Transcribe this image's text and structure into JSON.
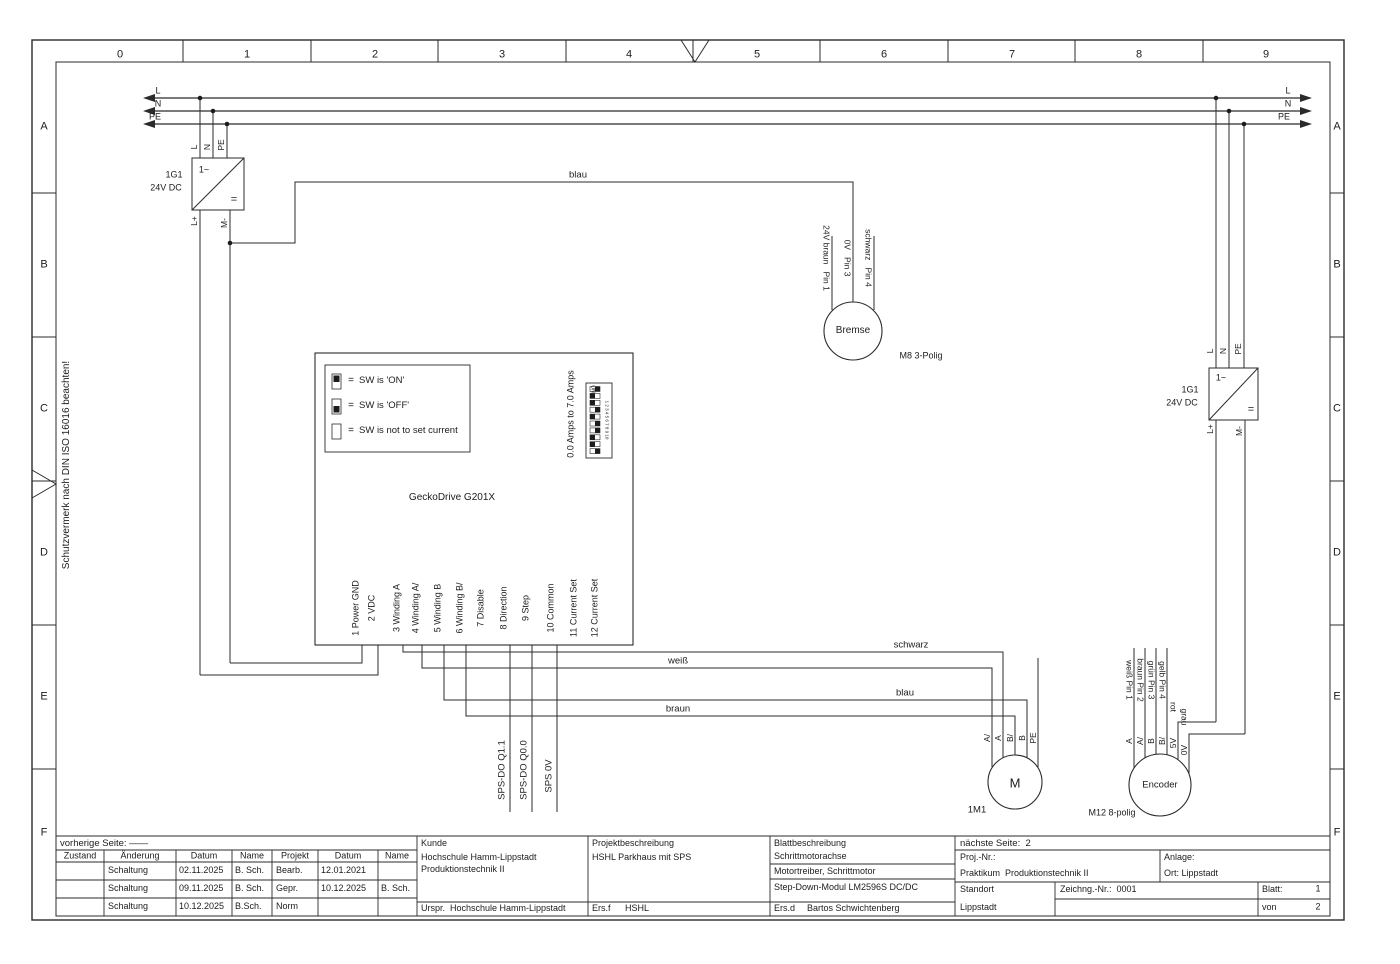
{
  "drawing": {
    "columns": [
      "0",
      "1",
      "2",
      "3",
      "4",
      "5",
      "6",
      "7",
      "8",
      "9"
    ],
    "rows": [
      "A",
      "B",
      "C",
      "D",
      "E",
      "F"
    ],
    "protection_note": "Schutzvermerk nach DIN ISO 16016 beachten!"
  },
  "bus": {
    "l": "L",
    "n": "N",
    "pe": "PE"
  },
  "psu_left": {
    "ref": "1G1",
    "rating": "24V DC",
    "ac": "1~",
    "dc": "=",
    "in_l": "L",
    "in_n": "N",
    "in_pe": "PE",
    "out_plus": "L+",
    "out_minus": "M-"
  },
  "psu_right": {
    "ref": "1G1",
    "rating": "24V DC",
    "ac": "1~",
    "dc": "=",
    "in_l": "L",
    "in_n": "N",
    "in_pe": "PE",
    "out_plus": "L+",
    "out_minus": "M-"
  },
  "gecko": {
    "title": "GeckoDrive G201X",
    "legend": [
      {
        "eq": "=",
        "text": "SW is 'ON'"
      },
      {
        "eq": "=",
        "text": "SW is 'OFF'"
      },
      {
        "eq": "=",
        "text": "SW is not to set current"
      }
    ],
    "dip": {
      "range_label": "0.0 Amps to 7.0 Amps",
      "on_label": "ON",
      "numbers": "1 2 3 4 5 6 7 8 9 10"
    },
    "pins": [
      "1 Power GND",
      "2 VDC",
      "3 Winding A",
      "4 Winding A/",
      "5 Winding B",
      "6 Winding B/",
      "7 Disable",
      "8 Direction",
      "9 Step",
      "10 Common",
      "11 Current Set",
      "12 Current Set"
    ]
  },
  "brake": {
    "name": "Bremse",
    "connector": "M8 3-Polig",
    "pin1": "24V braun   Pin 1",
    "pin3": "0V   Pin 3",
    "pin4": "schwarz   Pin 4"
  },
  "wires": {
    "blau_top": "blau",
    "schwarz": "schwarz",
    "weiss": "weiß",
    "blau": "blau",
    "braun": "braun"
  },
  "sps": {
    "q11": "SPS-DO Q1.1",
    "q00": "SPS-DO Q0.0",
    "zero_v": "SPS 0V"
  },
  "motor": {
    "ref": "1M1",
    "symbol": "M",
    "pins": [
      "A/",
      "A",
      "B/",
      "B",
      "PE"
    ]
  },
  "encoder": {
    "name": "Encoder",
    "connector": "M12 8-polig",
    "wire_labels": [
      "weiß Pin 1",
      "braun Pin 2",
      "grün Pin 3",
      "gelb Pin 4",
      "rot",
      "grau"
    ],
    "pins": [
      "A",
      "A/",
      "B",
      "B/",
      "5V",
      "0V"
    ]
  },
  "titleblock": {
    "prev_page": "vorherige Seite: ——",
    "next_page": "nächste Seite:  2",
    "rev": {
      "h_zustand": "Zustand",
      "h_aenderung": "Änderung",
      "h_datum": "Datum",
      "h_name": "Name",
      "rows": [
        {
          "aenderung": "Schaltung",
          "datum": "02.11.2025",
          "name": "B. Sch."
        },
        {
          "aenderung": "Schaltung",
          "datum": "09.11.2025",
          "name": "B. Sch."
        },
        {
          "aenderung": "Schaltung",
          "datum": "10.12.2025",
          "name": "B.Sch."
        }
      ]
    },
    "appr": {
      "h_projekt": "Projekt",
      "h_datum": "Datum",
      "h_name": "Name",
      "rows": [
        {
          "role": "Bearb.",
          "datum": "12.01.2021",
          "name": ""
        },
        {
          "role": "Gepr.",
          "datum": "10.12.2025",
          "name": "B. Sch."
        },
        {
          "role": "Norm",
          "datum": "",
          "name": ""
        }
      ]
    },
    "kunde": {
      "header": "Kunde",
      "line1": "Hochschule Hamm-Lippstadt",
      "line2": "Produktionstechnik II",
      "origin_label": "Urspr.",
      "origin": "Hochschule Hamm-Lippstadt"
    },
    "project": {
      "header": "Projektbeschreibung",
      "line1": "HSHL Parkhaus mit SPS",
      "ersf_label": "Ers.f",
      "ersf": "HSHL"
    },
    "sheet": {
      "header": "Blattbeschreibung",
      "line1": "Schrittmotorachse",
      "line2": "Motortreiber, Schrittmotor",
      "line3": "Step-Down-Modul LM2596S DC/DC",
      "ersd_label": "Ers.d",
      "ersd": "Bartos Schwichtenberg"
    },
    "meta": {
      "proj_nr_label": "Proj.-Nr.:",
      "proj_nr": "Praktikum  Produktionstechnik II",
      "anlage_label": "Anlage:",
      "ort": "Ort: Lippstadt",
      "standort_label": "Standort",
      "standort": "Lippstadt",
      "zeichnung": "Zeichng.-Nr.:  0001",
      "blatt_label": "Blatt:",
      "blatt": "1",
      "von_label": "von",
      "von": "2"
    }
  }
}
